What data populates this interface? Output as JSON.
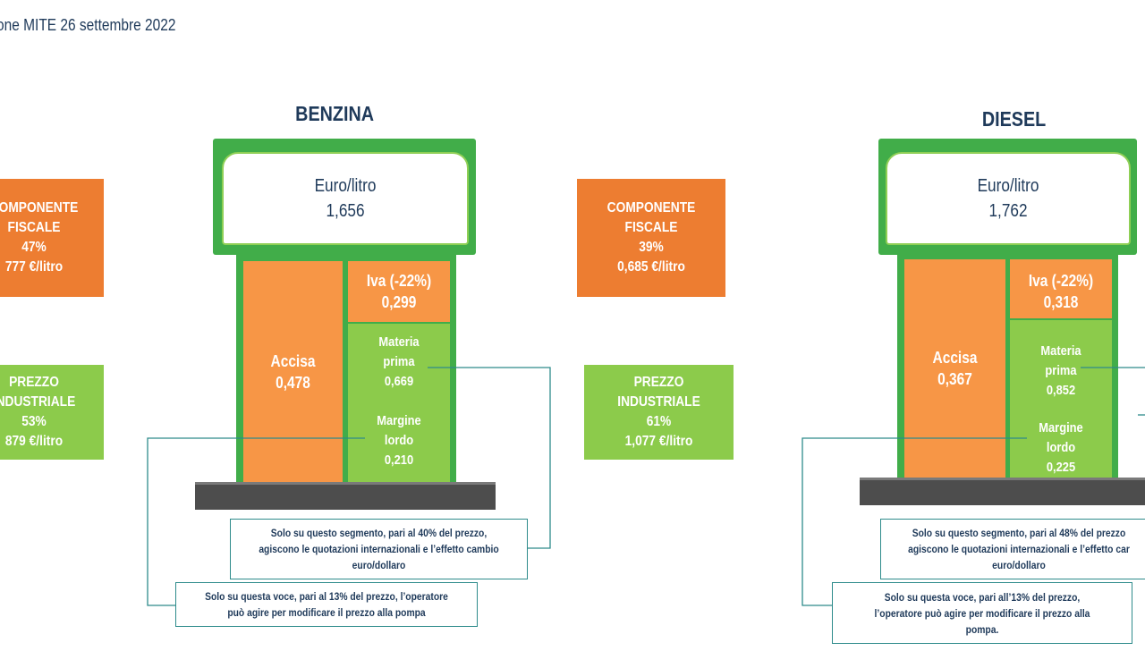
{
  "page": {
    "title": "one MITE 26 settembre 2022"
  },
  "benzina": {
    "title": "BENZINA",
    "head_line1": "Euro/litro",
    "head_line2": "1,656",
    "fiscal": [
      "COMPONENTE",
      "FISCALE",
      "47%",
      "777 €/litro"
    ],
    "industrial": [
      "PREZZO",
      "INDUSTRIALE",
      "53%",
      "879 €/litro"
    ],
    "accisa_label": "Accisa",
    "accisa_value": "0,478",
    "iva_label": "Iva (-22%)",
    "iva_value": "0,299",
    "materia_lines": [
      "Materia",
      "prima",
      "0,669"
    ],
    "margine_lines": [
      "Margine",
      "lordo",
      "0,210"
    ],
    "note_segment": [
      "Solo su questo segmento, pari al 40% del prezzo,",
      "agiscono le quotazioni internazionali e l’effetto cambio",
      "euro/dollaro"
    ],
    "note_voice": [
      "Solo su questa voce, pari al 13% del prezzo, l’operatore",
      "può agire per modificare il prezzo alla pompa"
    ]
  },
  "diesel": {
    "title": "DIESEL",
    "head_line1": "Euro/litro",
    "head_line2": "1,762",
    "fiscal": [
      "COMPONENTE",
      "FISCALE",
      "39%",
      "0,685 €/litro"
    ],
    "industrial": [
      "PREZZO",
      "INDUSTRIALE",
      "61%",
      "1,077 €/litro"
    ],
    "accisa_label": "Accisa",
    "accisa_value": "0,367",
    "iva_label": "Iva (-22%)",
    "iva_value": "0,318",
    "materia_lines": [
      "Materia",
      "prima",
      "0,852"
    ],
    "margine_lines": [
      "Margine",
      "lordo",
      "0,225"
    ],
    "note_segment": [
      "Solo su questo segmento, pari al 48% del prezzo",
      "agiscono le quotazioni internazionali e l’effetto car",
      "euro/dollaro"
    ],
    "note_voice": [
      "Solo su questa voce, pari all’13% del prezzo,",
      "l’operatore può agire per modificare il prezzo alla",
      "pompa."
    ]
  },
  "colors": {
    "orange_box": "#ed7d31",
    "orange_column": "#f79646",
    "green_box": "#8ccb4b",
    "pump_frame": "#41ad49",
    "base": "#4d4d4d",
    "leader_line": "#2e8b8b",
    "title_text": "#1f3a5a"
  }
}
